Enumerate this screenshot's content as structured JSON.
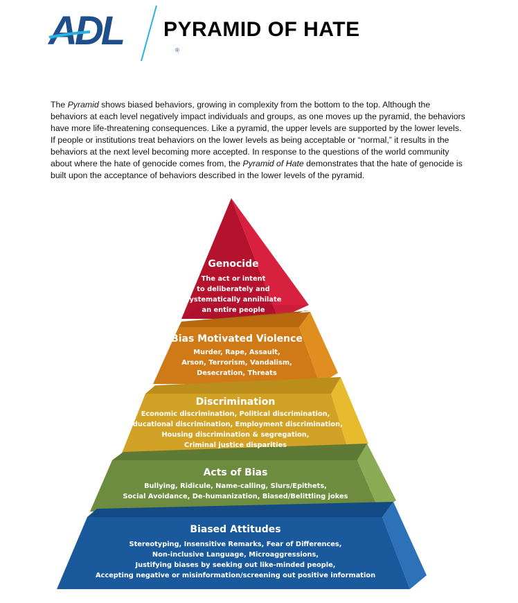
{
  "logo": {
    "text": "ADL",
    "reg": "®"
  },
  "title": "PYRAMID OF HATE",
  "intro": {
    "p1": "The ",
    "p2": "Pyramid",
    "p3": " shows biased behaviors, growing in complexity from the bottom to the top. Although the behaviors at each level negatively impact individuals and groups, as one moves up the pyramid, the behaviors have more life-threatening consequences. Like a pyramid, the upper levels are supported by the lower levels. If people or institutions treat behaviors on the lower levels as being acceptable or “normal,” it results in the behaviors at the next level becoming more accepted. In response to the questions of the world community about where the hate of genocide comes from, the ",
    "p4": "Pyramid of Hate",
    "p5": " demonstrates that the hate of genocide is built upon the acceptance of behaviors described in the lower levels of the pyramid."
  },
  "levels": {
    "genocide": {
      "title": "Genocide",
      "lines": [
        "The act or intent",
        "to deliberately and",
        "systematically annihilate",
        "an entire people"
      ],
      "color": "#b5122e"
    },
    "violence": {
      "title": "Bias Motivated Violence",
      "lines": [
        "Murder, Rape, Assault,",
        "Arson, Terrorism, Vandalism,",
        "Desecration, Threats"
      ],
      "color": "#cf7a17"
    },
    "discrimination": {
      "title": "Discrimination",
      "lines": [
        "Economic discrimination, Political discrimination,",
        "Educational discrimination, Employment discrimination,",
        "Housing discrimination & segregation,",
        "Criminal justice disparities"
      ],
      "color": "#d1a225"
    },
    "acts": {
      "title": "Acts of Bias",
      "lines": [
        "Bullying, Ridicule, Name-calling, Slurs/Epithets,",
        "Social Avoidance, De-humanization, Biased/Belittling jokes"
      ],
      "color": "#6e8c3f"
    },
    "attitudes": {
      "title": "Biased Attitudes",
      "lines": [
        "Stereotyping, Insensitive Remarks, Fear of Differences,",
        "Non-inclusive Language, Microaggressions,",
        "Justifying biases by seeking out like-minded people,",
        "Accepting negative or misinformation/screening out positive information"
      ],
      "color": "#1a5a9c"
    }
  }
}
